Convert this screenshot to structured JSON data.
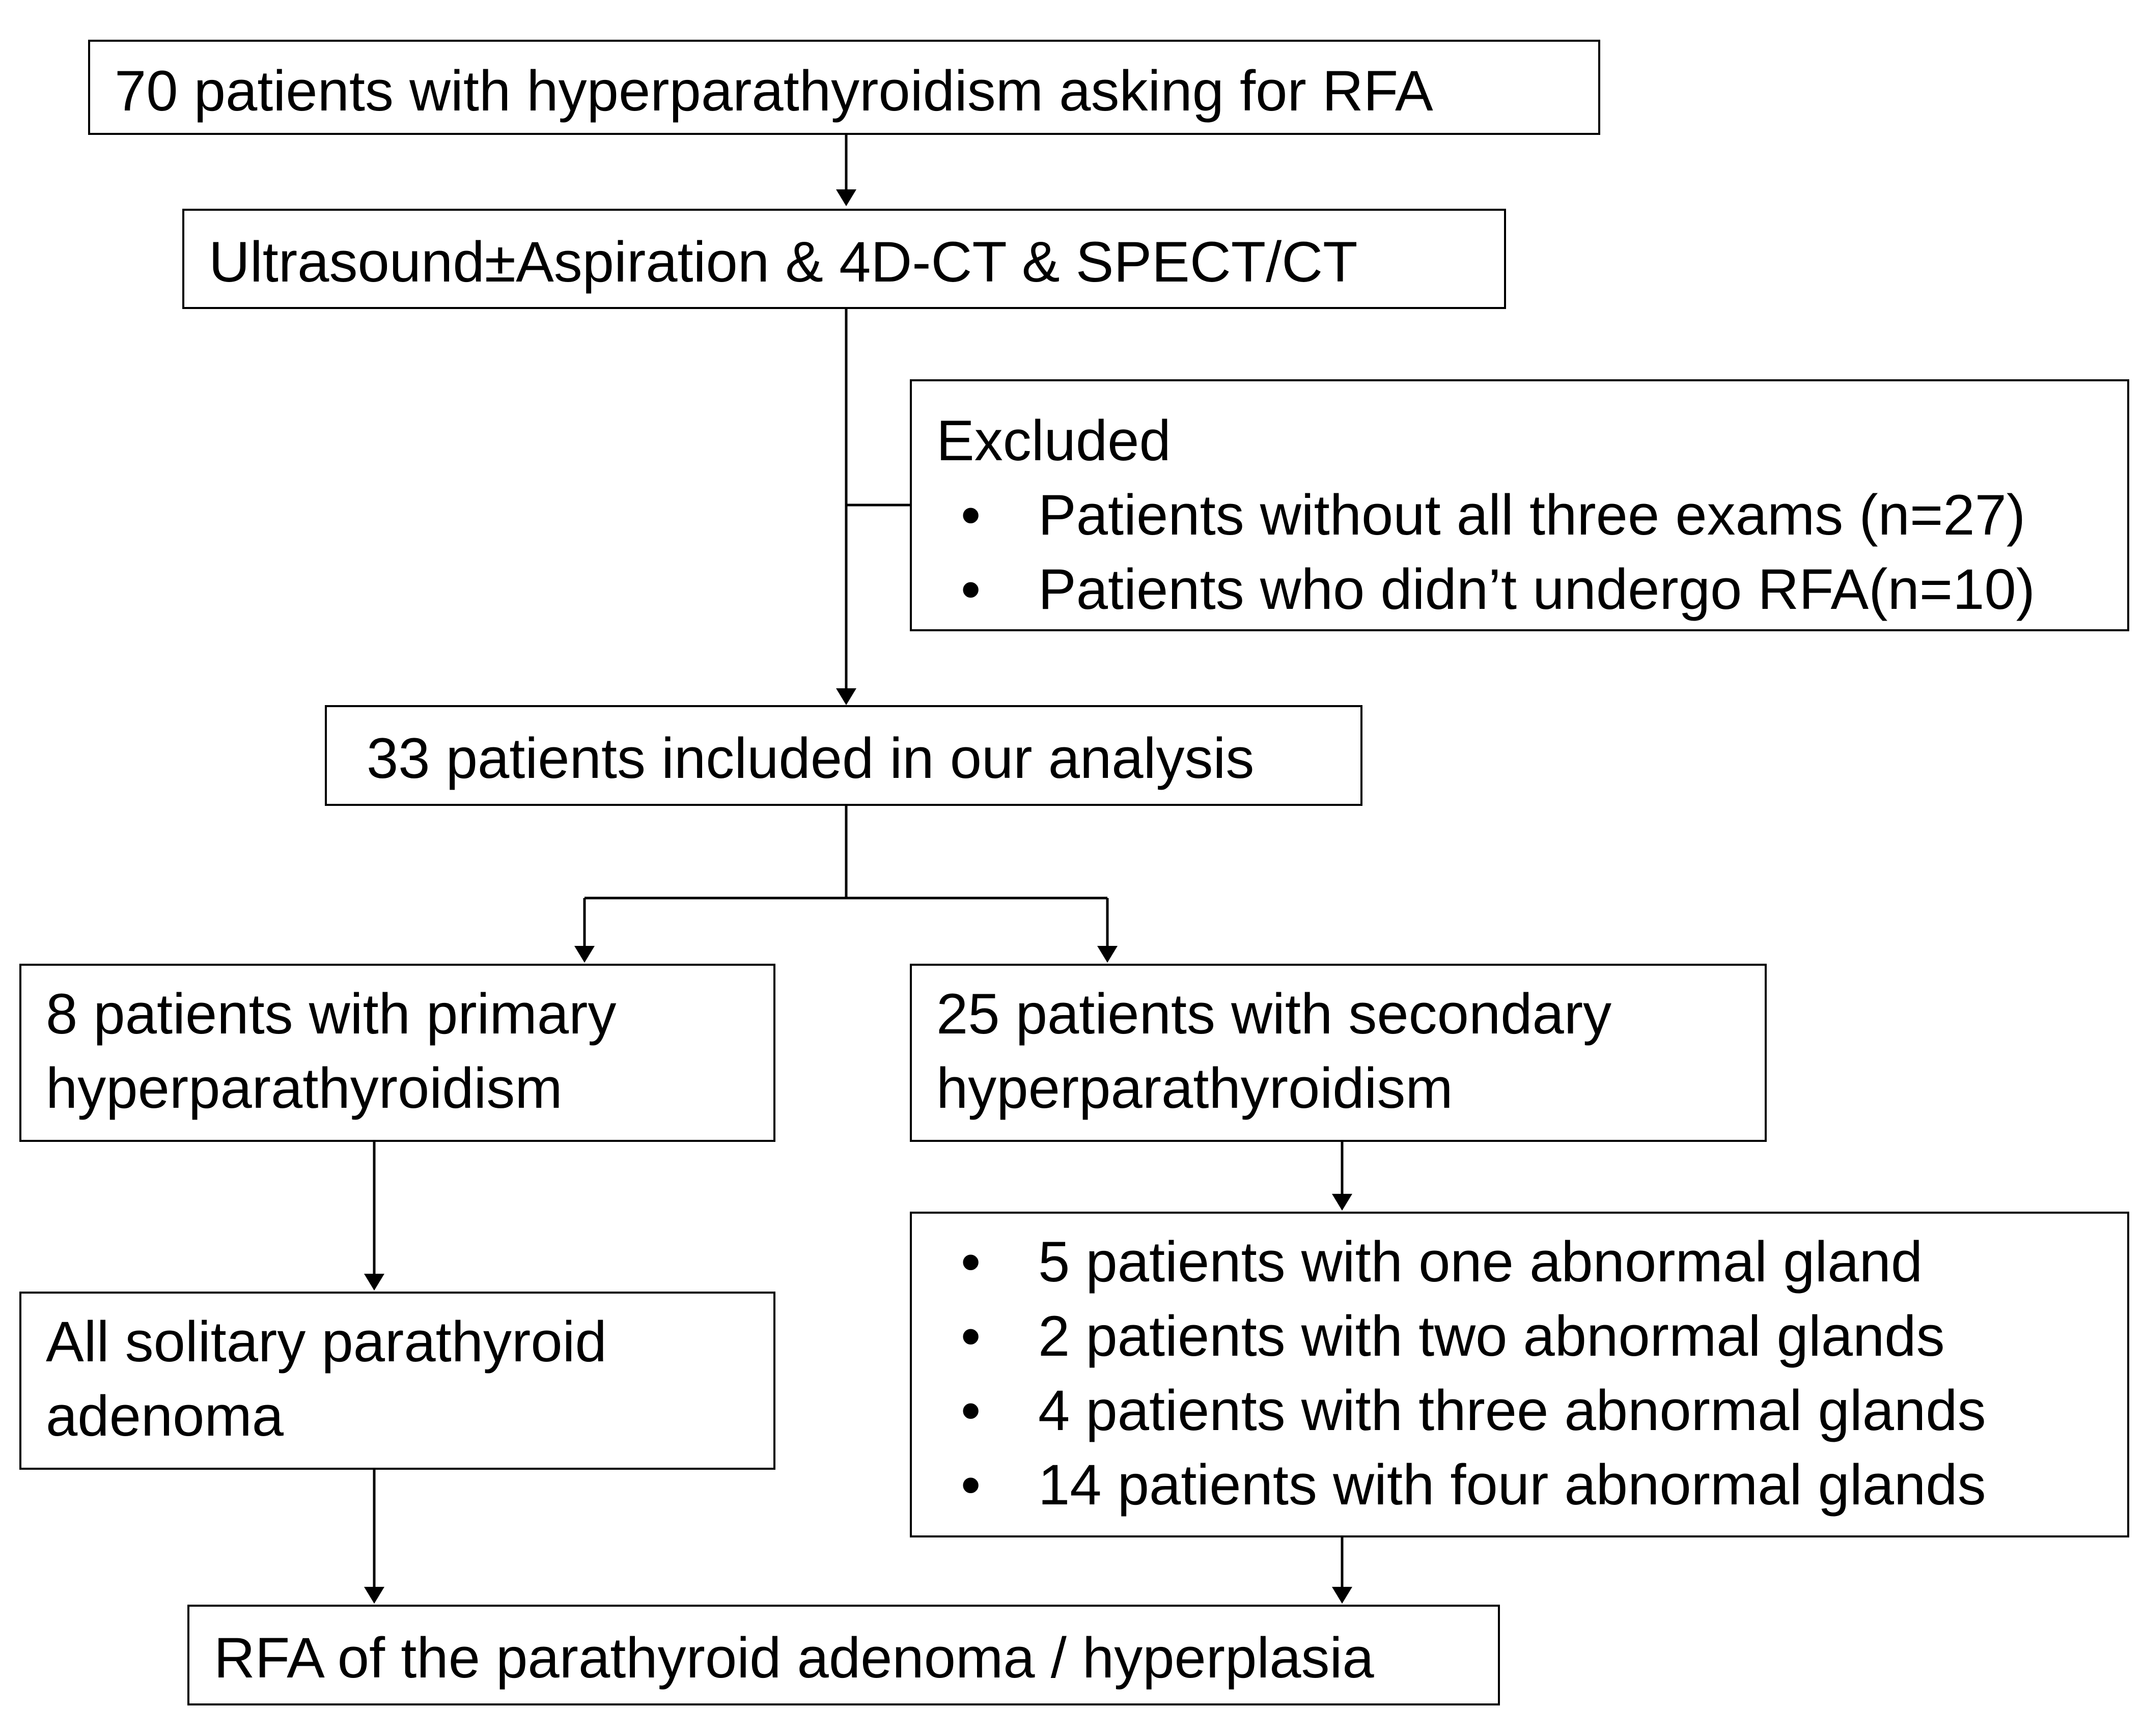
{
  "flow": {
    "start": "70 patients with hyperparathyroidism asking for RFA",
    "imaging": "Ultrasound±Aspiration & 4D-CT & SPECT/CT",
    "excluded": {
      "title": "Excluded",
      "items": [
        "Patients without all three exams (n=27)",
        "Patients who didn’t undergo RFA(n=10)"
      ]
    },
    "included": "33 patients included in our analysis",
    "primary": {
      "line1": "8 patients with primary",
      "line2": "hyperparathyroidism"
    },
    "secondary": {
      "line1": "25 patients with secondary",
      "line2": "hyperparathyroidism"
    },
    "adenoma": {
      "line1": "All solitary parathyroid",
      "line2": "adenoma"
    },
    "glands": [
      "5 patients with one abnormal gland",
      "2 patients with two abnormal glands",
      "4 patients with three abnormal glands",
      "14 patients with four abnormal glands"
    ],
    "final": "RFA of the parathyroid adenoma / hyperplasia",
    "bullet_symbol": "•"
  }
}
